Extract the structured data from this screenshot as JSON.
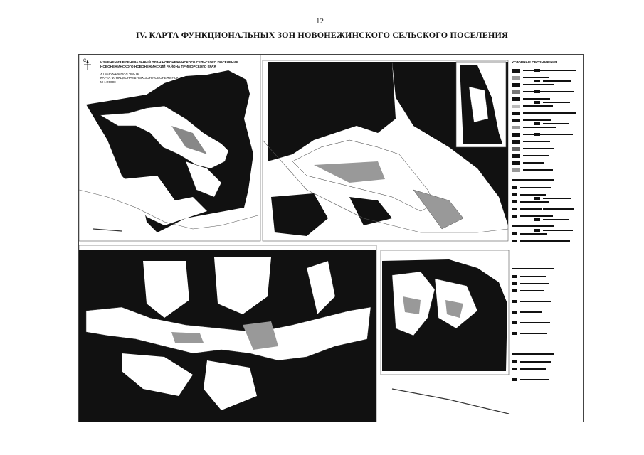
{
  "page": {
    "number": "12",
    "title": "IV. КАРТА ФУНКЦИОНАЛЬНЫХ ЗОН НОВОНЕЖИНСКОГО СЕЛЬСКОГО ПОСЕЛЕНИЯ"
  },
  "map": {
    "header_line1": "ИЗМЕНЕНИЯ В ГЕНЕРАЛЬНЫЙ ПЛАН НОВОНЕЖИНСКОГО СЕЛЬСКОГО ПОСЕЛЕНИЯ",
    "header_line2": "НОВОНЕЖИНСКОГО НОВОНЕЖИНСКИЙ РАЙОНА ПРИМОРСКОГО КРАЯ",
    "header_sub1": "УТВЕРЖДАЕМАЯ ЧАСТЬ",
    "header_sub2": "КАРТА ФУНКЦИОНАЛЬНЫХ ЗОН НОВОНЕЖИНСКОГО СЕЛЬСКОГО ПОСЕЛЕНИЯ",
    "header_sub3": "М 1:25000",
    "legend_title": "УСЛОВНЫЕ ОБОЗНАЧЕНИЯ",
    "north_label": "С"
  },
  "colors": {
    "fill": "#111111",
    "land": "#ffffff",
    "gray": "#9a9a9a",
    "stroke": "#333333"
  }
}
